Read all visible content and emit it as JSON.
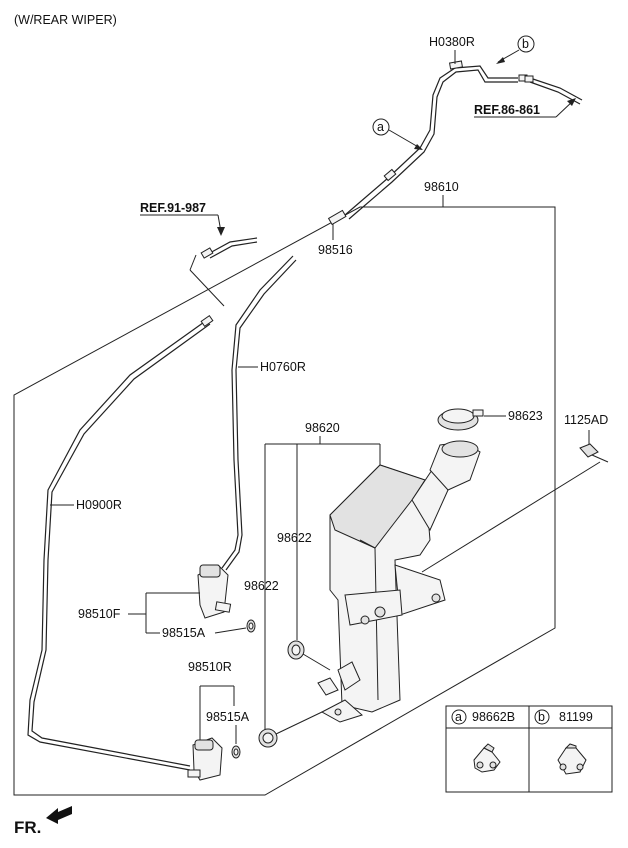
{
  "header": {
    "variant_note": "(W/REAR WIPER)"
  },
  "labels": {
    "h0380r": "H0380R",
    "circle_b": "b",
    "ref_86": "REF.86-861",
    "circle_a": "a",
    "p98610": "98610",
    "ref_91": "REF.91-987",
    "p98516": "98516",
    "h0760r": "H0760R",
    "p98623": "98623",
    "p1125ad": "1125AD",
    "p98620": "98620",
    "h0900r": "H0900R",
    "p98622_a": "98622",
    "p98622_b": "98622",
    "p98510f": "98510F",
    "p98515a_a": "98515A",
    "p98510r": "98510R",
    "p98515a_b": "98515A"
  },
  "legend": {
    "items": [
      {
        "letter": "a",
        "part": "98662B"
      },
      {
        "letter": "b",
        "part": "81199"
      }
    ]
  },
  "footer": {
    "front_marker": "FR."
  }
}
